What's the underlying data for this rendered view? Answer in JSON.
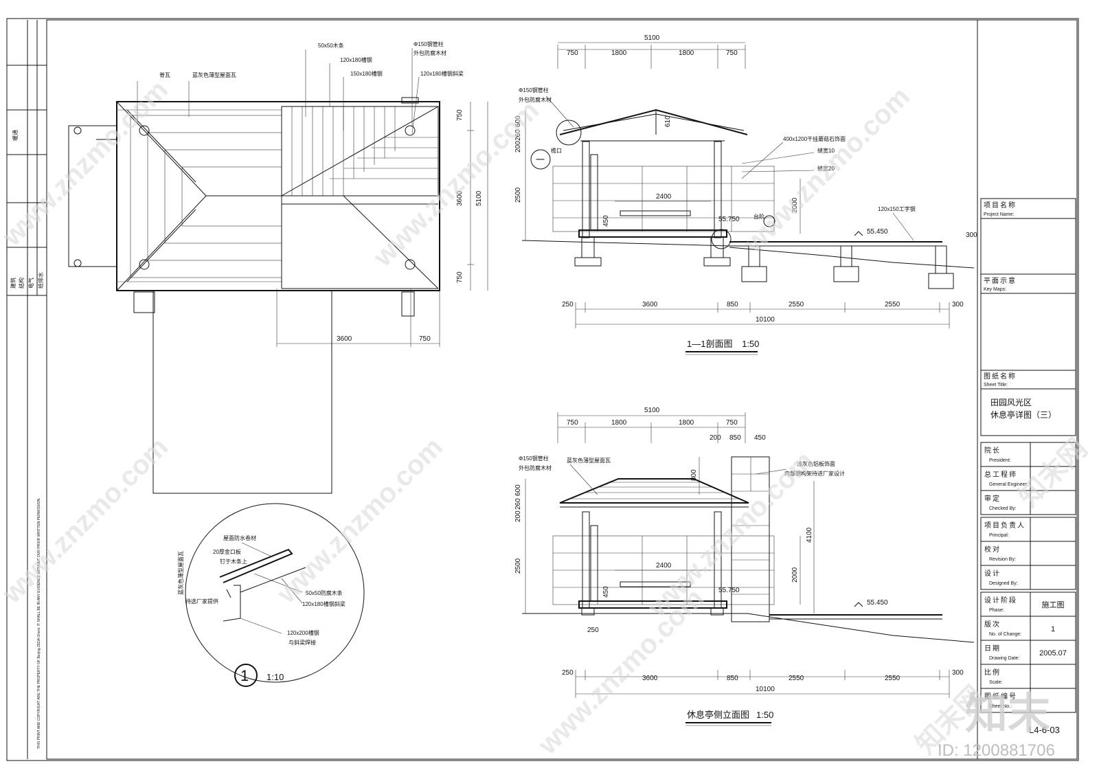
{
  "watermark": {
    "site": "www.znzmo.com",
    "brand_cn": "知末网",
    "logo": "知末",
    "id_label": "ID: 1200881706"
  },
  "left_strip": {
    "top_label": "暖通",
    "labels": [
      "建筑",
      "结构",
      "电气",
      "给排水"
    ],
    "copyright": "THIS PRINT AND COPYRIGHT ARE THE PROPERTY OF Beijing ZEDA Orient. IT SHALL BE IN ANY EVIDENCE WITHOUT OUR PRIOR WRITTEN PERMISSION."
  },
  "plan": {
    "labels": {
      "ridge_tile": "脊瓦",
      "roof_tile": "蓝灰色薄型屋面瓦",
      "wood_strip": "50x50木条",
      "steel_180": "120x180槽钢",
      "steel_150": "150x180槽钢",
      "pipe_col": "Φ150钢管柱",
      "pipe_wrap": "外包防腐木材",
      "steel_beam": "120x180槽钢斜梁"
    },
    "dims": {
      "top": "750",
      "mid": "3600",
      "total": "5100",
      "bottom": "750",
      "h1": "3600",
      "h2": "750"
    }
  },
  "section": {
    "title": "1—1剖面图",
    "scale": "1:50",
    "dims_top": [
      "750",
      "1800",
      "1800",
      "750"
    ],
    "total_top": "5100",
    "dims_bottom": [
      "250",
      "3600",
      "850",
      "2550",
      "2550",
      "300"
    ],
    "total_bottom": "10100",
    "vertical": [
      "600",
      "260",
      "200",
      "2500"
    ],
    "ridge": "610",
    "labels": {
      "pipe_col": "Φ150钢管柱",
      "pipe_wrap": "外包防腐木材",
      "stone": "400x1200干挂蘑菇石饰面",
      "seam10": "缝宽10",
      "seam20": "缝宽20",
      "eave": "檐口",
      "step": "台阶",
      "ibeam": "120x150工字钢"
    },
    "marks": {
      "bench": "2400",
      "seat": "450",
      "wall": "2000",
      "elev1": "55.750",
      "elev2": "55.450",
      "end": "300"
    },
    "callout": "一"
  },
  "elevation": {
    "title": "休息亭侧立面图",
    "scale": "1:50",
    "dims_top": [
      "750",
      "1800",
      "1800",
      "750"
    ],
    "total_top": "5100",
    "tower_dims": [
      "200",
      "850",
      "450"
    ],
    "dims_bottom": [
      "250",
      "3600",
      "850",
      "2550",
      "2550",
      "300"
    ],
    "total_bottom": "10100",
    "vertical": [
      "600",
      "260",
      "200",
      "2500"
    ],
    "marks": {
      "bench": "2400",
      "seat": "450",
      "wall": "2000",
      "tower": "4100",
      "tower_top": "800",
      "elev1": "55.750",
      "elev2": "55.450",
      "base": "250"
    },
    "labels": {
      "pipe_col": "Φ150钢管柱",
      "pipe_wrap": "外包防腐木材",
      "roof_tile": "蓝灰色薄型屋面瓦",
      "tower_face": "浅灰色铝板饰面",
      "tower_frame": "内部钢构架待进厂家设计"
    }
  },
  "detail": {
    "number": "1",
    "scale": "1:10",
    "labels": {
      "waterproof": "屋面防水卷材",
      "board": "20厚金口板",
      "nailed": "钉于木条上",
      "tile": "蓝灰色薄型屋面瓦",
      "supplier": "待选厂家提供",
      "wood": "50x50防腐木条",
      "beam": "120x180槽钢斜梁",
      "steel": "120x200槽钢",
      "weld": "与斜梁焊接"
    }
  },
  "title_block": {
    "project_name_cn": "项目名称",
    "project_name_en": "Project Name:",
    "key_map_cn": "平面示意",
    "key_map_en": "Key Maps:",
    "sheet_title_cn": "图纸名称",
    "sheet_title_en": "Sheet Title:",
    "sheet_title_line1": "田园风光区",
    "sheet_title_line2": "休息亭详图（三）",
    "rows": [
      {
        "cn": "院长",
        "en": "President:",
        "val": ""
      },
      {
        "cn": "总工程师",
        "en": "General Engineer:",
        "val": ""
      },
      {
        "cn": "审定",
        "en": "Checked By:",
        "val": ""
      },
      {
        "cn": "项目负责人",
        "en": "Principal:",
        "val": ""
      },
      {
        "cn": "校对",
        "en": "Revision By:",
        "val": ""
      },
      {
        "cn": "设计",
        "en": "Designed By:",
        "val": ""
      },
      {
        "cn": "设计阶段",
        "en": "Phase:",
        "val": "施工图"
      },
      {
        "cn": "版次",
        "en": "No. of Change:",
        "val": "1"
      },
      {
        "cn": "日期",
        "en": "Drawing Date:",
        "val": "2005.07"
      },
      {
        "cn": "比例",
        "en": "Scale:",
        "val": ""
      },
      {
        "cn": "图纸编号",
        "en": "Sheet No.:",
        "val": ""
      }
    ],
    "sheet_no": "L4-6-03"
  }
}
